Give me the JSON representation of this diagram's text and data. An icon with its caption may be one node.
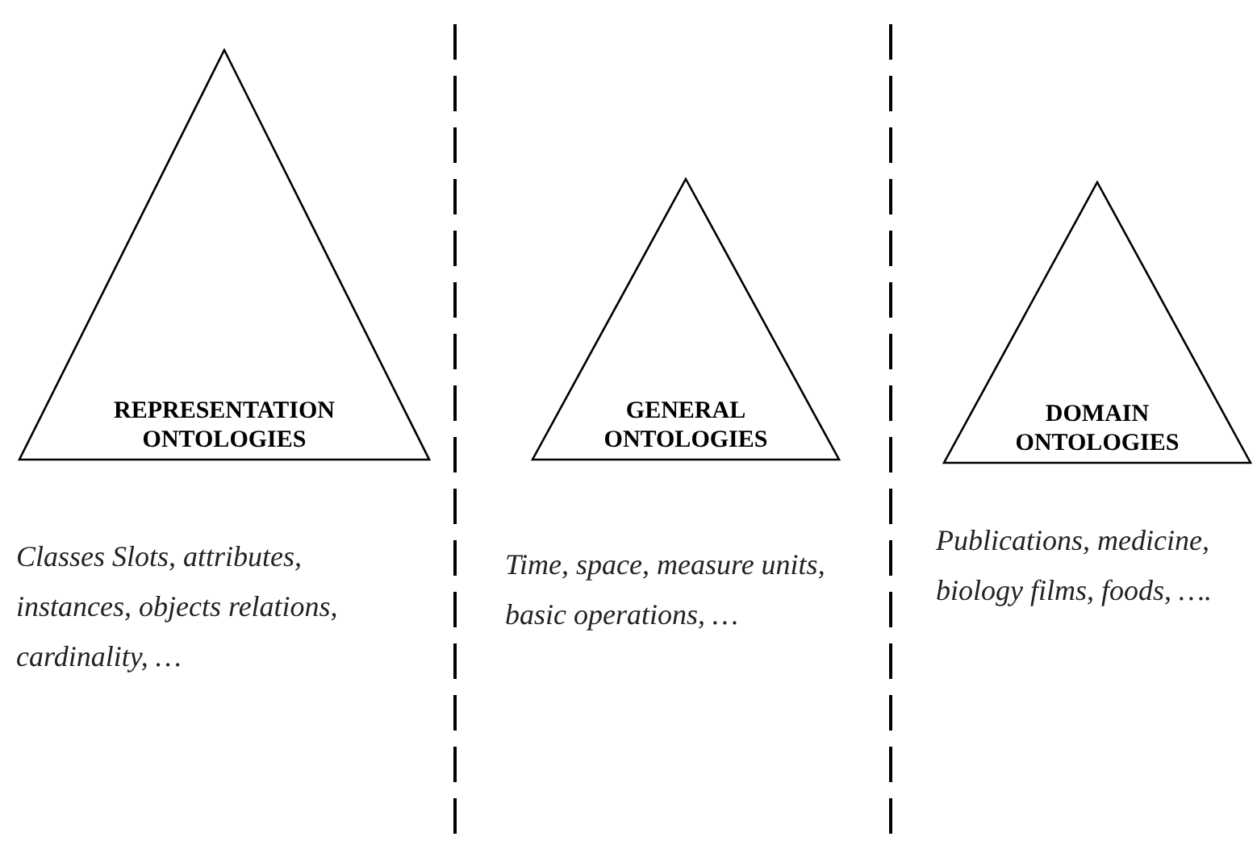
{
  "diagram": {
    "nodes": [
      {
        "text": [
          "REPRESENTATION ONTOLOGIES"
        ],
        "beside": [
          "Classes Slots, attributes, instances, objects relations, cardinality, …"
        ]
      },
      {
        "text": [
          "GENERAL ONTOLOGIES"
        ],
        "beside": [
          "Time, space, measure units, basic operations, …"
        ]
      },
      {
        "text": [
          "DOMAIN ONTOLOGIES"
        ],
        "beside": [
          "Publications, medicine, biology films, foods, …."
        ]
      }
    ],
    "edges": []
  }
}
